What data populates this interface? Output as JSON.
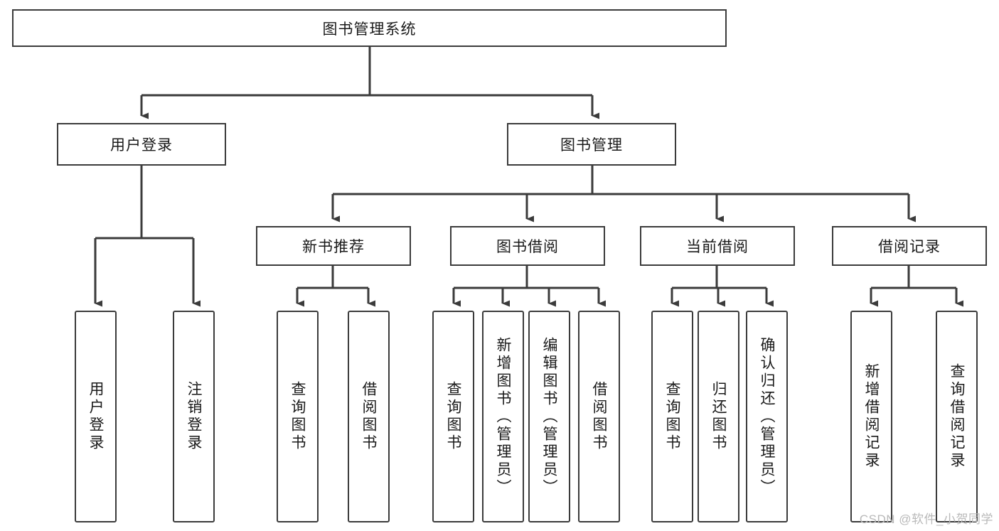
{
  "diagram": {
    "title": "图书管理系统",
    "type": "tree-hierarchy-diagram",
    "colors": {
      "box_border": "#3b3b3b",
      "box_fill": "#ffffff",
      "edge": "#3b3b3b",
      "text": "#1a1a1a",
      "watermark": "#b9b9b9",
      "background": "#ffffff"
    },
    "root": {
      "label": "图书管理系统"
    },
    "level2": [
      {
        "label": "用户登录"
      },
      {
        "label": "图书管理"
      }
    ],
    "level3": [
      {
        "label": "新书推荐"
      },
      {
        "label": "图书借阅"
      },
      {
        "label": "当前借阅"
      },
      {
        "label": "借阅记录"
      }
    ],
    "leaves": {
      "user_login": [
        {
          "label": "用户登录"
        },
        {
          "label": "注销登录"
        }
      ],
      "new_book_recommend": [
        {
          "label": "查询图书"
        },
        {
          "label": "借阅图书"
        }
      ],
      "book_borrow": [
        {
          "label": "查询图书"
        },
        {
          "label": "新增图书（管理员）"
        },
        {
          "label": "编辑图书（管理员）"
        },
        {
          "label": "借阅图书"
        }
      ],
      "current_borrow": [
        {
          "label": "查询图书"
        },
        {
          "label": "归还图书"
        },
        {
          "label": "确认归还（管理员）"
        }
      ],
      "borrow_record": [
        {
          "label": "新增借阅记录"
        },
        {
          "label": "查询借阅记录"
        }
      ]
    }
  },
  "watermark": {
    "text": "CSDN @软件_小贺同学"
  }
}
